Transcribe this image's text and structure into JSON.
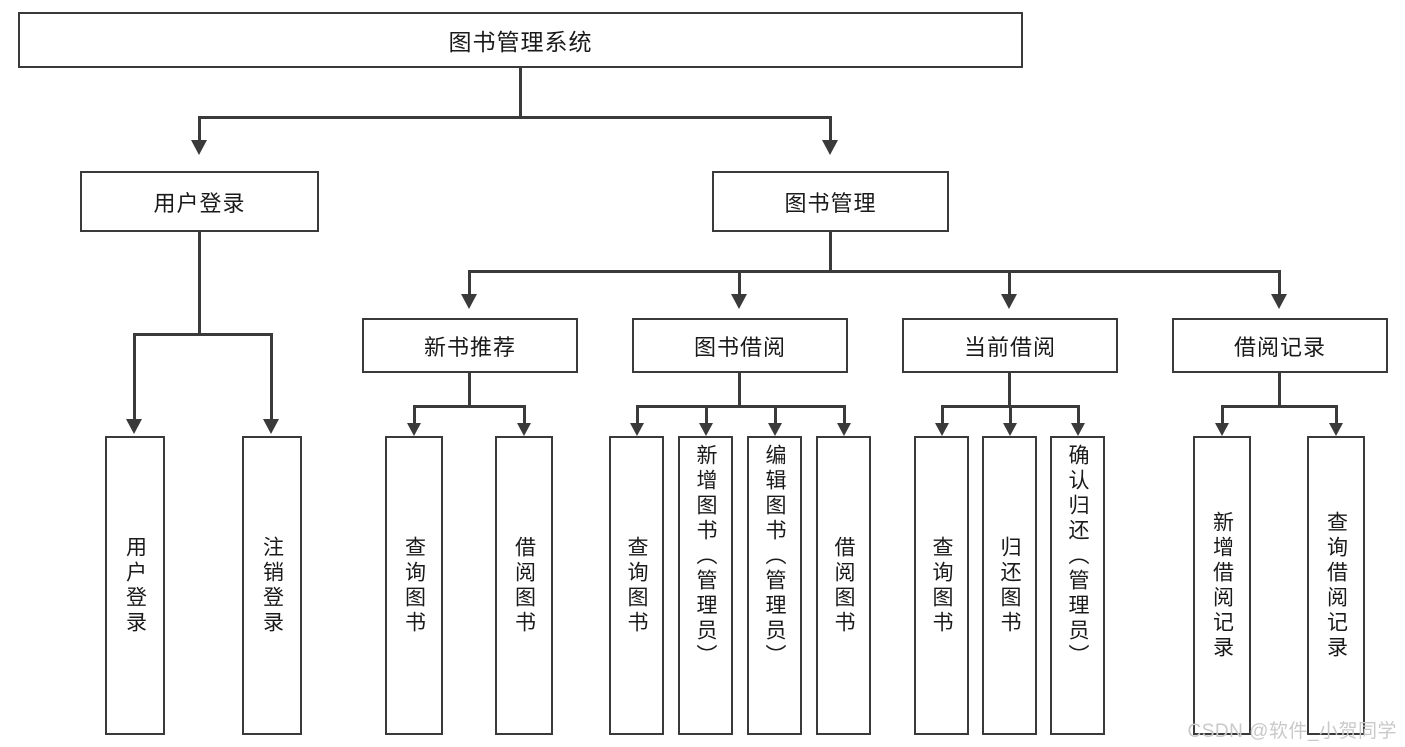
{
  "diagram": {
    "type": "tree",
    "title": "图书管理系统",
    "root": {
      "label": "图书管理系统"
    },
    "level2": [
      {
        "label": "用户登录"
      },
      {
        "label": "图书管理"
      }
    ],
    "level3": [
      {
        "label": "新书推荐"
      },
      {
        "label": "图书借阅"
      },
      {
        "label": "当前借阅"
      },
      {
        "label": "借阅记录"
      }
    ],
    "leaves": {
      "user_login": [
        {
          "label": "用户登录"
        },
        {
          "label": "注销登录"
        }
      ],
      "new_book_recommend": [
        {
          "label": "查询图书"
        },
        {
          "label": "借阅图书"
        }
      ],
      "book_borrow": [
        {
          "label": "查询图书"
        },
        {
          "label": "新增图书（管理员）"
        },
        {
          "label": "编辑图书（管理员）"
        },
        {
          "label": "借阅图书"
        }
      ],
      "current_borrow": [
        {
          "label": "查询图书"
        },
        {
          "label": "归还图书"
        },
        {
          "label": "确认归还（管理员）"
        }
      ],
      "borrow_record": [
        {
          "label": "新增借阅记录"
        },
        {
          "label": "查询借阅记录"
        }
      ]
    }
  },
  "watermark": {
    "text": "CSDN @软件_小贺同学"
  },
  "colors": {
    "border": "#3a3a3a",
    "background": "#ffffff",
    "text": "#1a1a1a",
    "watermark": "#c9c9c9"
  }
}
